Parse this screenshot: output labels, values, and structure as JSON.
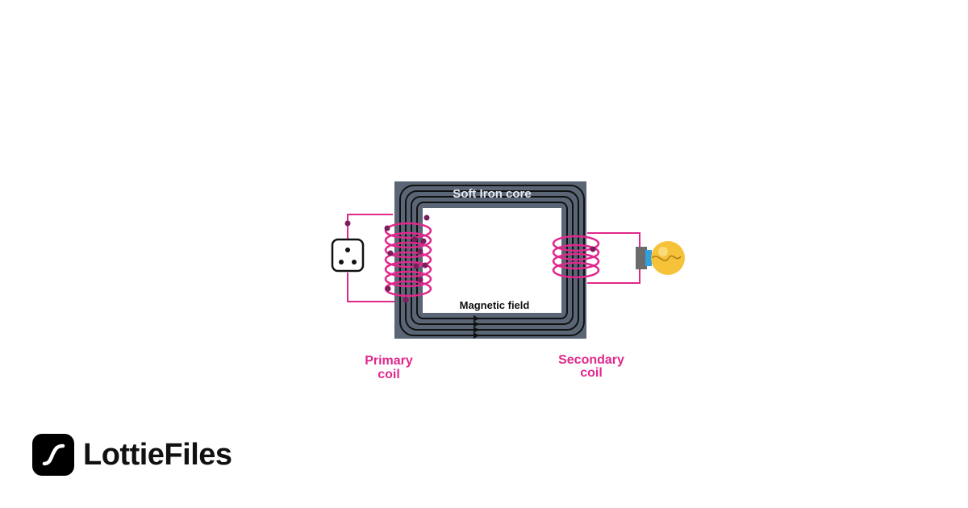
{
  "diagram": {
    "core_label": "Soft Iron core",
    "field_label": "Magnetic field",
    "primary_label_line1": "Primary",
    "primary_label_line2": "coil",
    "secondary_label_line1": "Secondary",
    "secondary_label_line2": "coil",
    "icons": [
      "power-socket-icon",
      "light-bulb-icon"
    ]
  },
  "brand": {
    "name": "LottieFiles",
    "icon": "lottie-logo-icon"
  },
  "colors": {
    "core": "#5a6576",
    "coil": "#e0288c",
    "dot": "#7a1f5e",
    "label": "#e0288c",
    "bulb": "#f6c23a",
    "text": "#111111"
  }
}
